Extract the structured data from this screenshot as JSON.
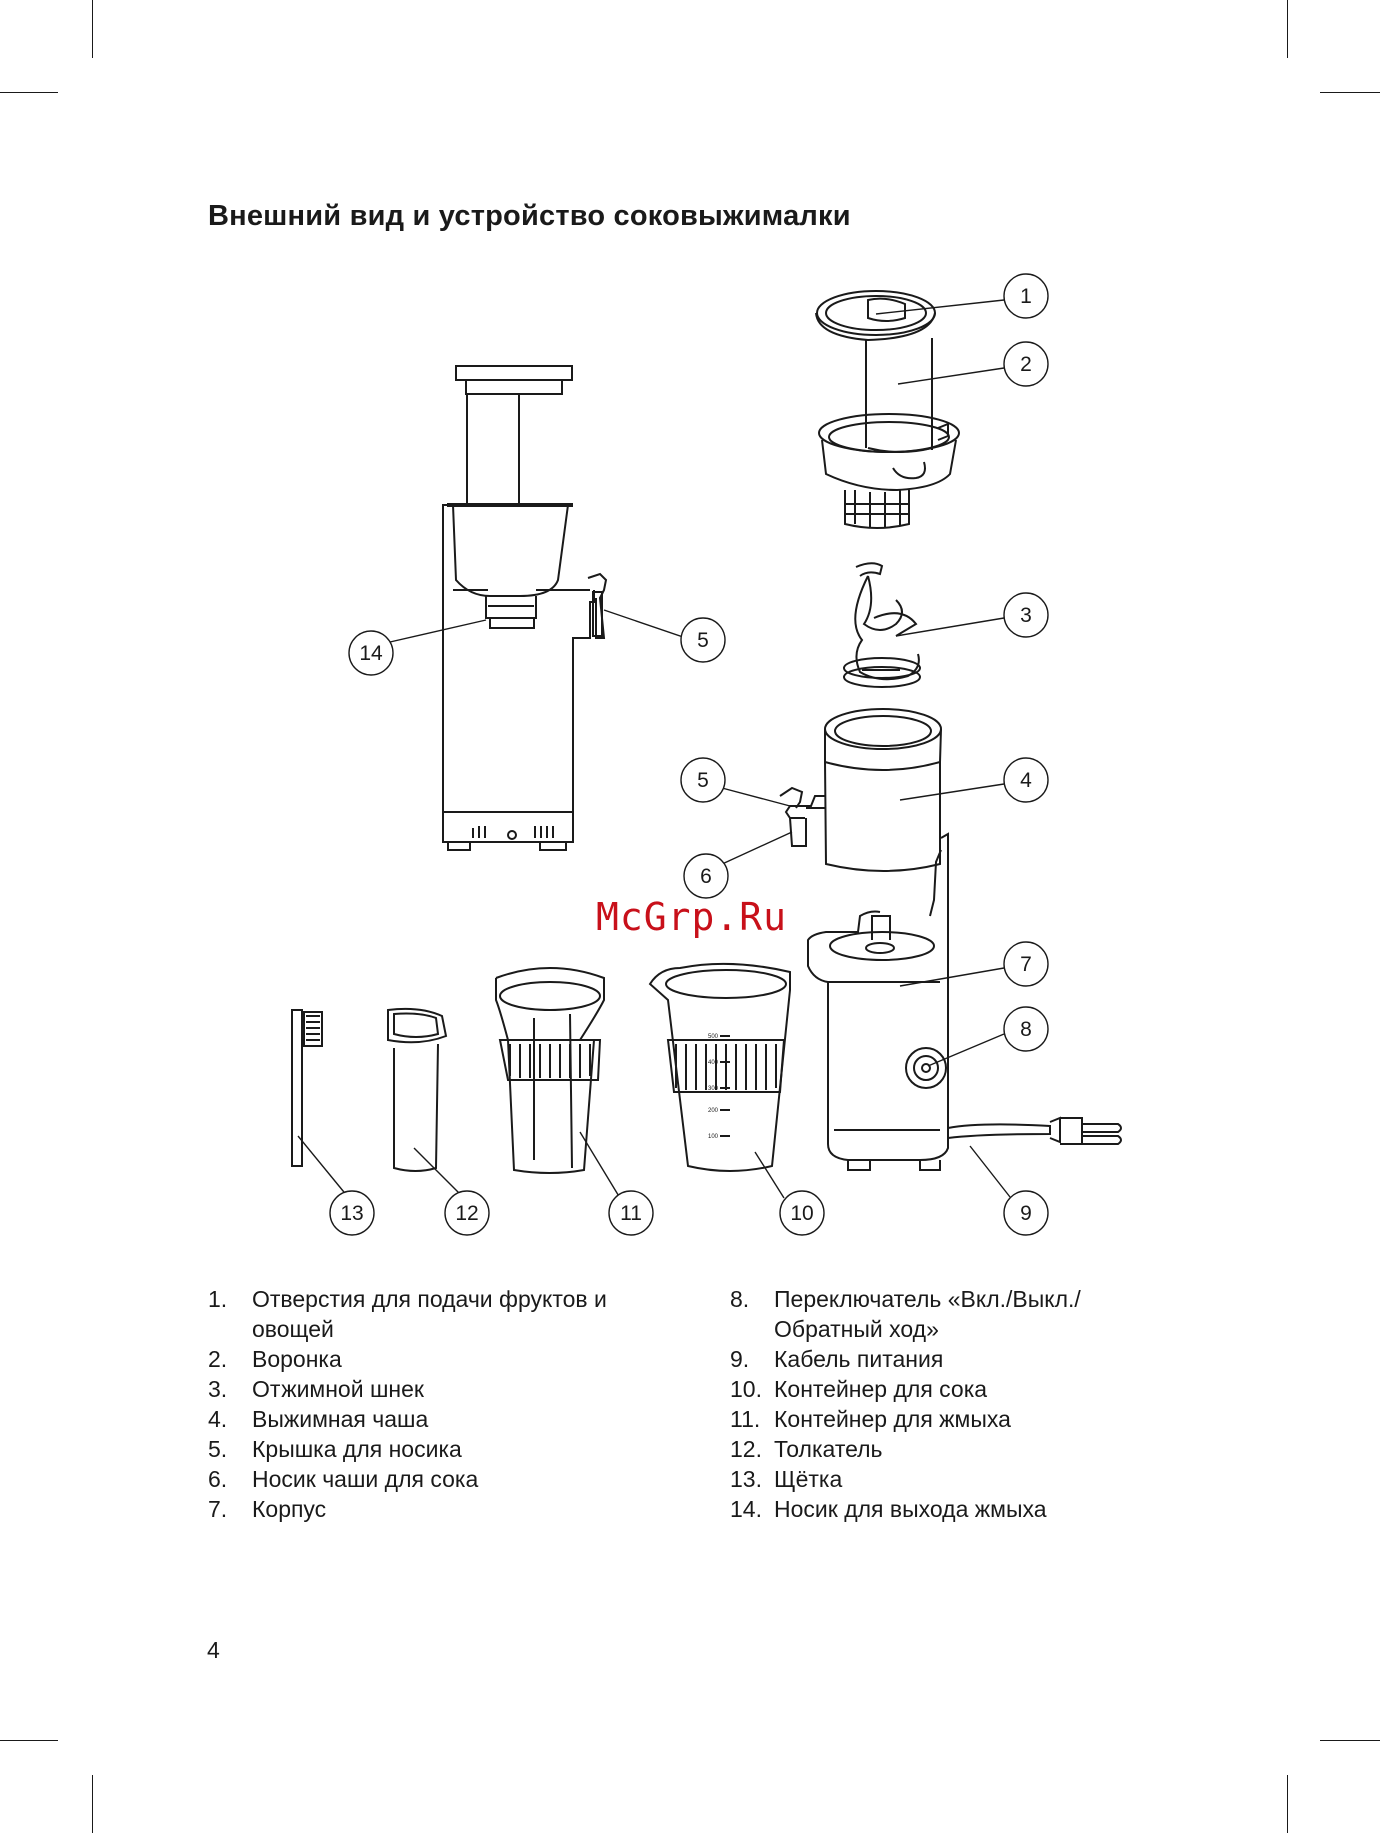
{
  "title": "Внешний вид и устройство соковыжималки",
  "watermark": "McGrp.Ru",
  "page_number": "4",
  "callouts": [
    "1",
    "2",
    "3",
    "4",
    "5",
    "5",
    "6",
    "7",
    "8",
    "9",
    "10",
    "11",
    "12",
    "13",
    "14"
  ],
  "scale_labels": [
    "500",
    "400",
    "300",
    "200",
    "100"
  ],
  "legend_left": [
    {
      "num": "1.",
      "text": "Отверстия для подачи фруктов и овощей"
    },
    {
      "num": "2.",
      "text": "Воронка"
    },
    {
      "num": "3.",
      "text": "Отжимной шнек"
    },
    {
      "num": "4.",
      "text": "Выжимная чаша"
    },
    {
      "num": "5.",
      "text": "Крышка для носика"
    },
    {
      "num": "6.",
      "text": "Носик чаши для сока"
    },
    {
      "num": "7.",
      "text": "Корпус"
    }
  ],
  "legend_right": [
    {
      "num": "8.",
      "text": "Переключатель «Вкл./Выкл./Обратный ход»"
    },
    {
      "num": "9.",
      "text": "Кабель питания"
    },
    {
      "num": "10.",
      "text": "Контейнер для сока"
    },
    {
      "num": "11.",
      "text": "Контейнер для жмыха"
    },
    {
      "num": "12.",
      "text": "Толкатель"
    },
    {
      "num": "13.",
      "text": "Щётка"
    },
    {
      "num": "14.",
      "text": "Носик для выхода жмыха"
    }
  ],
  "colors": {
    "ink": "#1a1a1a",
    "watermark": "#c8101a"
  }
}
